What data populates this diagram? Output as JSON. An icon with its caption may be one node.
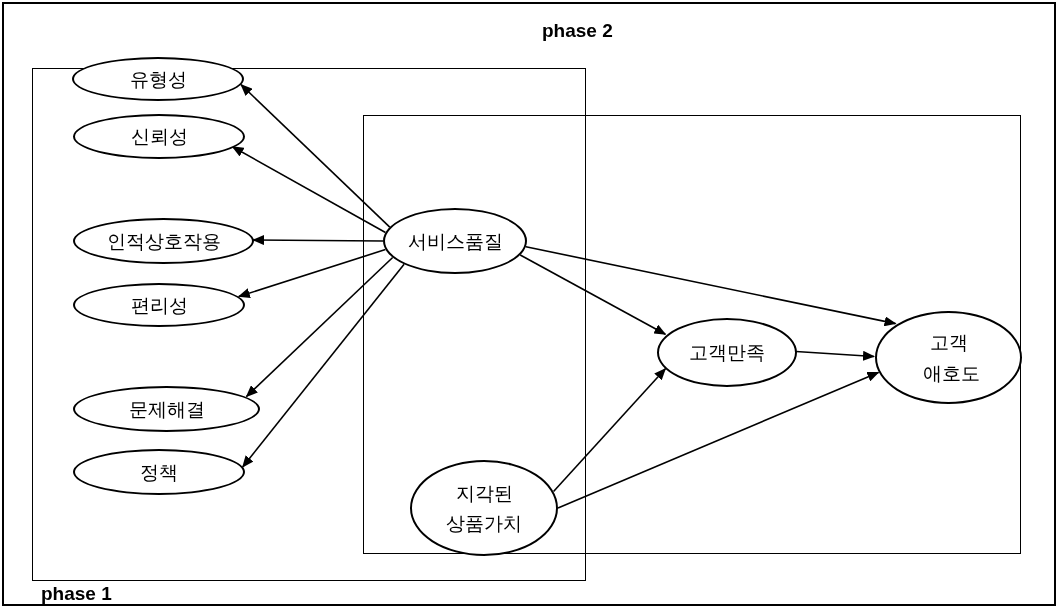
{
  "diagram": {
    "nodes": [
      {
        "text": [
          "phase 1"
        ]
      },
      {
        "text": [
          "phase 2"
        ]
      },
      {
        "text": [
          "유형성"
        ]
      },
      {
        "text": [
          "신뢰성"
        ],
        "in": 0
      },
      {
        "text": [
          "인적상호작용"
        ],
        "in": 0
      },
      {
        "text": [
          "편리성"
        ],
        "in": 0
      },
      {
        "text": [
          "문제해결"
        ],
        "in": 0
      },
      {
        "text": [
          "정책"
        ],
        "in": 0
      },
      {
        "text": [
          "서비스품질"
        ]
      },
      {
        "text": [
          "지각된 상품가치"
        ]
      },
      {
        "text": [
          "고객만족"
        ],
        "in": 1
      },
      {
        "text": [
          "고객 애호도"
        ],
        "in": 1
      }
    ],
    "edges": [
      {
        "from": 8,
        "to": 2,
        "arrow": "to"
      },
      {
        "from": 8,
        "to": 3,
        "arrow": "to"
      },
      {
        "from": 8,
        "to": 4,
        "arrow": "to"
      },
      {
        "from": 8,
        "to": 5,
        "arrow": "to"
      },
      {
        "from": 8,
        "to": 6,
        "arrow": "to"
      },
      {
        "from": 8,
        "to": 7,
        "arrow": "to"
      },
      {
        "from": 8,
        "to": 10,
        "arrow": "to"
      },
      {
        "from": 8,
        "to": 11,
        "arrow": "to"
      },
      {
        "from": 9,
        "to": 10,
        "arrow": "to"
      },
      {
        "from": 9,
        "to": 11,
        "arrow": "to"
      },
      {
        "from": 10,
        "to": 11,
        "arrow": "to"
      }
    ]
  }
}
